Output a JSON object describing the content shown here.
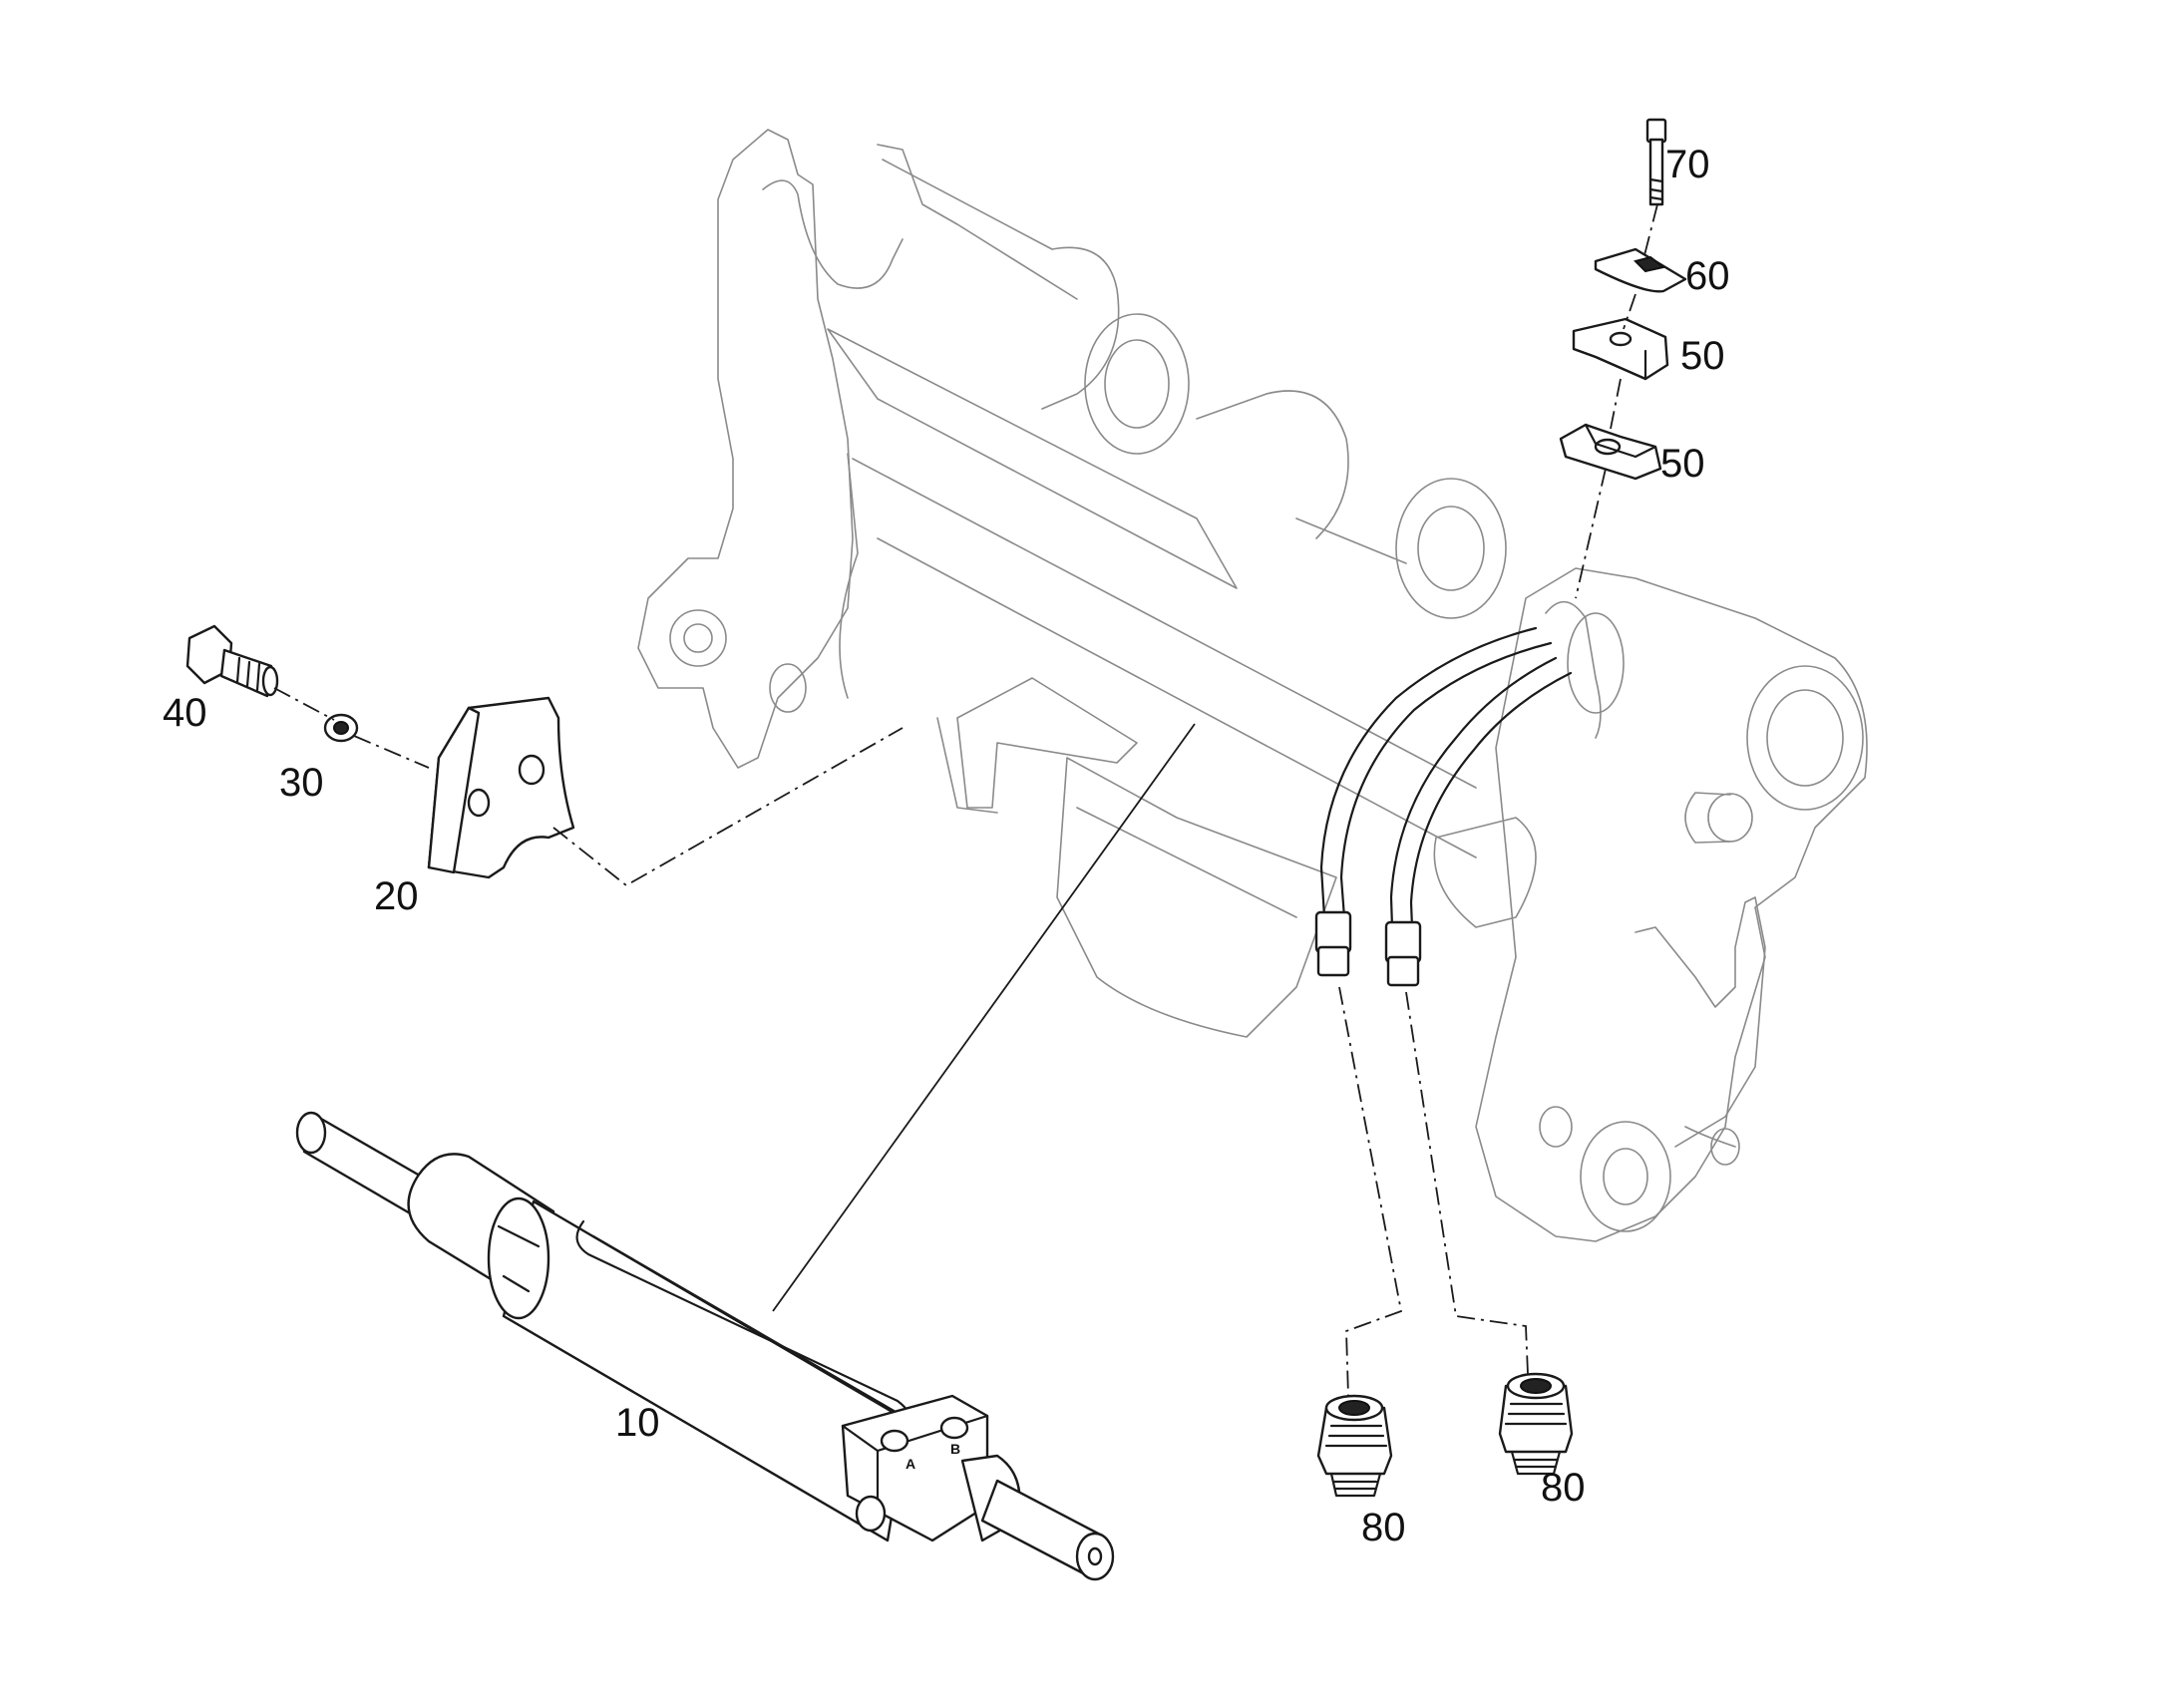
{
  "callouts": {
    "c10": "10",
    "c20": "20",
    "c30": "30",
    "c40": "40",
    "c50a": "50",
    "c50b": "50",
    "c60": "60",
    "c70": "70",
    "c80a": "80",
    "c80b": "80"
  },
  "ports": {
    "a": "A",
    "b": "B"
  }
}
